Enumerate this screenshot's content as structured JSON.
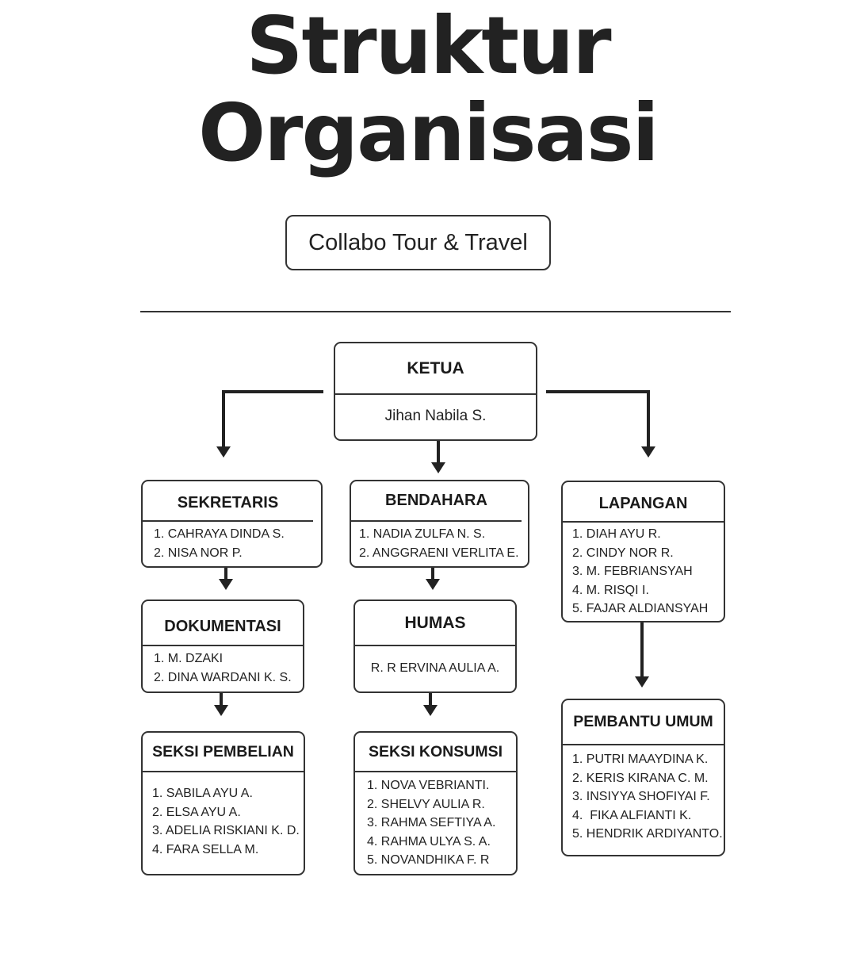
{
  "title": {
    "line1": "Struktur",
    "line2": "Organisasi"
  },
  "subtitle": "Collabo Tour & Travel",
  "chart": {
    "ketua": {
      "role": "KETUA",
      "name": "Jihan Nabila S."
    },
    "sekretaris": {
      "role": "SEKRETARIS",
      "members": [
        "1. CAHRAYA DINDA S.",
        "2. NISA NOR P."
      ]
    },
    "bendahara": {
      "role": "BENDAHARA",
      "members": [
        "1. NADIA ZULFA N. S.",
        "2. ANGGRAENI VERLITA E."
      ]
    },
    "lapangan": {
      "role": "LAPANGAN",
      "members": [
        "1. DIAH AYU R.",
        "2. CINDY NOR R.",
        "3. M. FEBRIANSYAH",
        "4. M. RISQI I.",
        "5. FAJAR ALDIANSYAH"
      ]
    },
    "dokumentasi": {
      "role": "DOKUMENTASI",
      "members": [
        "1. M. DZAKI",
        "2. DINA WARDANI K. S."
      ]
    },
    "humas": {
      "role": "HUMAS",
      "name": "R. R ERVINA AULIA A."
    },
    "pembantu_umum": {
      "role": "PEMBANTU UMUM",
      "members": [
        "1. PUTRI MAAYDINA K.",
        "2. KERIS KIRANA C. M.",
        "3. INSIYYA SHOFIYAI F.",
        "4.  FIKA ALFIANTI K.",
        "5. HENDRIK ARDIYANTO."
      ]
    },
    "seksi_pembelian": {
      "role": "SEKSI PEMBELIAN",
      "members": [
        "1. SABILA AYU A.",
        "2. ELSA AYU A.",
        "3. ADELIA RISKIANI K. D.",
        "4. FARA SELLA M."
      ]
    },
    "seksi_konsumsi": {
      "role": "SEKSI KONSUMSI",
      "members": [
        "1. NOVA VEBRIANTI.",
        "2. SHELVY AULIA R.",
        "3. RAHMA SEFTIYA A.",
        "4. RAHMA ULYA S. A.",
        "5. NOVANDHIKA F. R"
      ]
    }
  }
}
